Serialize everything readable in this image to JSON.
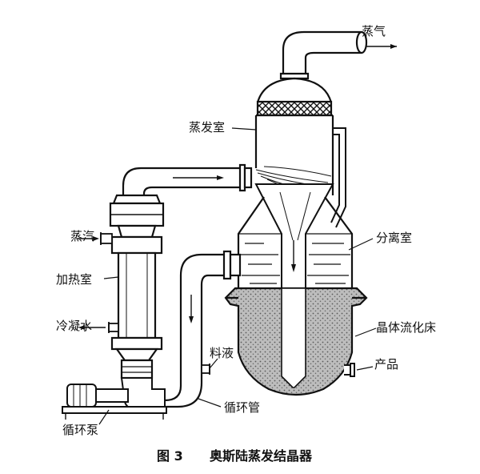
{
  "labels": {
    "steam_out": "蒸气",
    "evaporation_chamber": "蒸发室",
    "steam_in": "蒸汽",
    "heating_chamber": "加热室",
    "cooling_water": "冷凝水",
    "separation_chamber": "分离室",
    "crystal_fluidized_bed": "晶体流化床",
    "feed_liquid": "料液",
    "product": "产品",
    "circulation_pipe": "循环管",
    "circulation_pump": "循环泵"
  },
  "caption": {
    "number": "图 3",
    "title": "奥斯陆蒸发结晶器"
  }
}
